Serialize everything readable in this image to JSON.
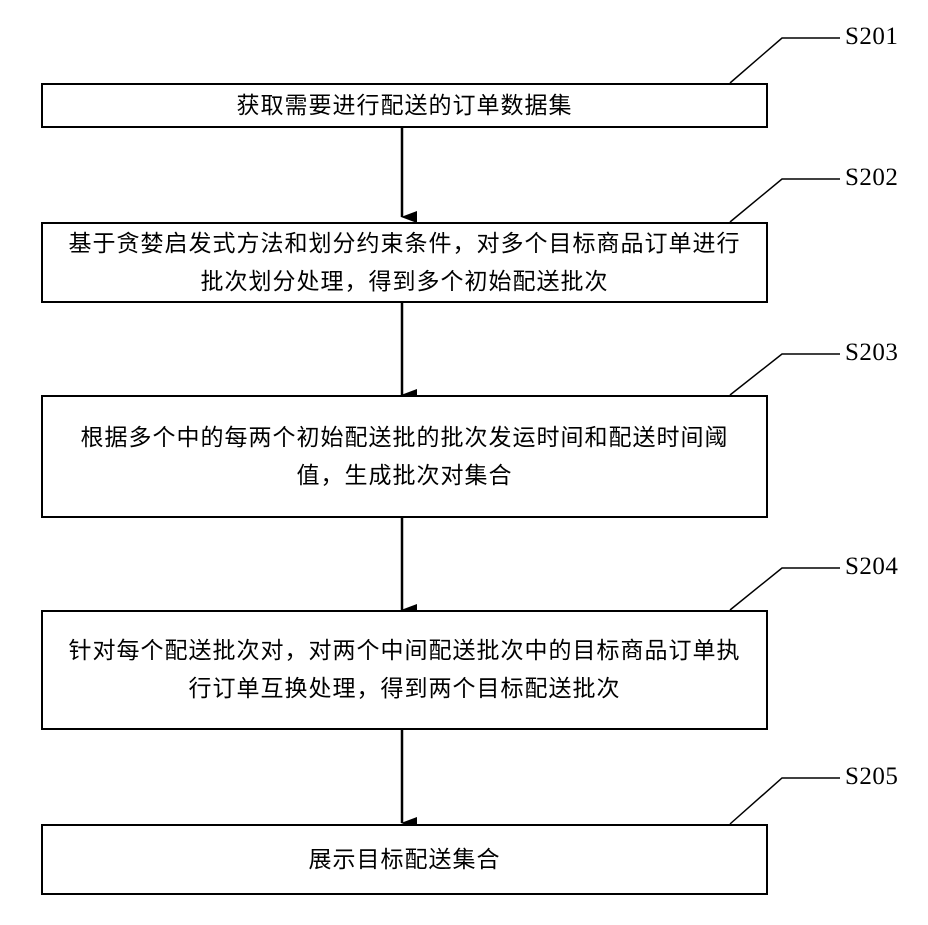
{
  "flowchart": {
    "steps": [
      {
        "id": "S201",
        "text": "获取需要进行配送的订单数据集"
      },
      {
        "id": "S202",
        "text": "基于贪婪启发式方法和划分约束条件，对多个目标商品订单进行批次划分处理，得到多个初始配送批次"
      },
      {
        "id": "S203",
        "text": "根据多个中的每两个初始配送批的批次发运时间和配送时间阈值，生成批次对集合"
      },
      {
        "id": "S204",
        "text": "针对每个配送批次对，对两个中间配送批次中的目标商品订单执行订单互换处理，得到两个目标配送批次"
      },
      {
        "id": "S205",
        "text": "展示目标配送集合"
      }
    ]
  }
}
